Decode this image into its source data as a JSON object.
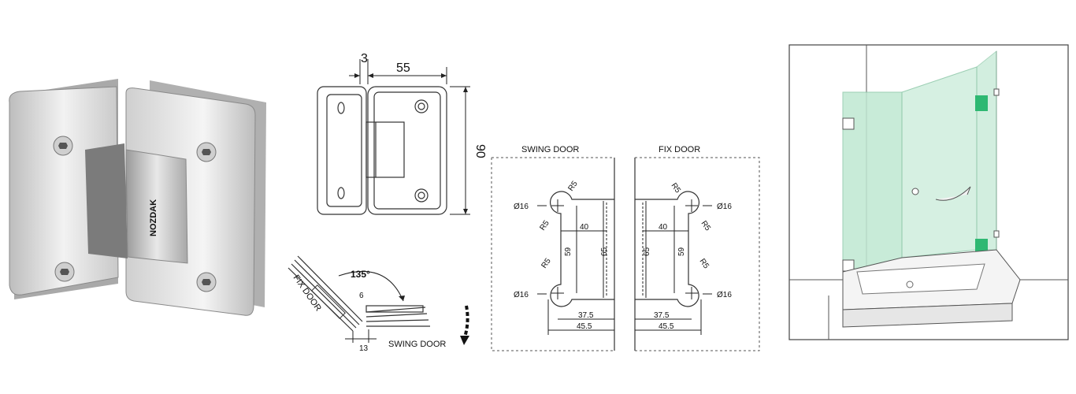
{
  "product_photo": {
    "brand_text": "NOZDAK"
  },
  "front_view": {
    "dim_top_small": "3",
    "dim_top_large": "55",
    "dim_height": "90"
  },
  "angle_view": {
    "angle_label": "135°",
    "fix_door_label": "FIX DOOR",
    "swing_door_label": "SWING DOOR",
    "dim_thickness": "6",
    "dim_offset": "13"
  },
  "cutout_drawing": {
    "swing_door": {
      "title": "SWING DOOR",
      "hole_top": "Ø16",
      "hole_bottom": "Ø16",
      "radius_labels": [
        "R5",
        "R5",
        "R5"
      ],
      "dim_40": "40",
      "dim_59": "59",
      "dim_65": "65",
      "dim_37_5": "37.5",
      "dim_45_5": "45.5"
    },
    "fix_door": {
      "title": "FIX DOOR",
      "hole_top": "Ø16",
      "hole_bottom": "Ø16",
      "radius_labels": [
        "R5",
        "R5",
        "R5"
      ],
      "dim_40": "40",
      "dim_59": "59",
      "dim_65": "65",
      "dim_37_5": "37.5",
      "dim_45_5": "45.5"
    }
  },
  "colors": {
    "glass": "#bfe8d2",
    "hinge_green": "#2eb872",
    "steel": "#d6d6d6",
    "line": "#333333"
  }
}
